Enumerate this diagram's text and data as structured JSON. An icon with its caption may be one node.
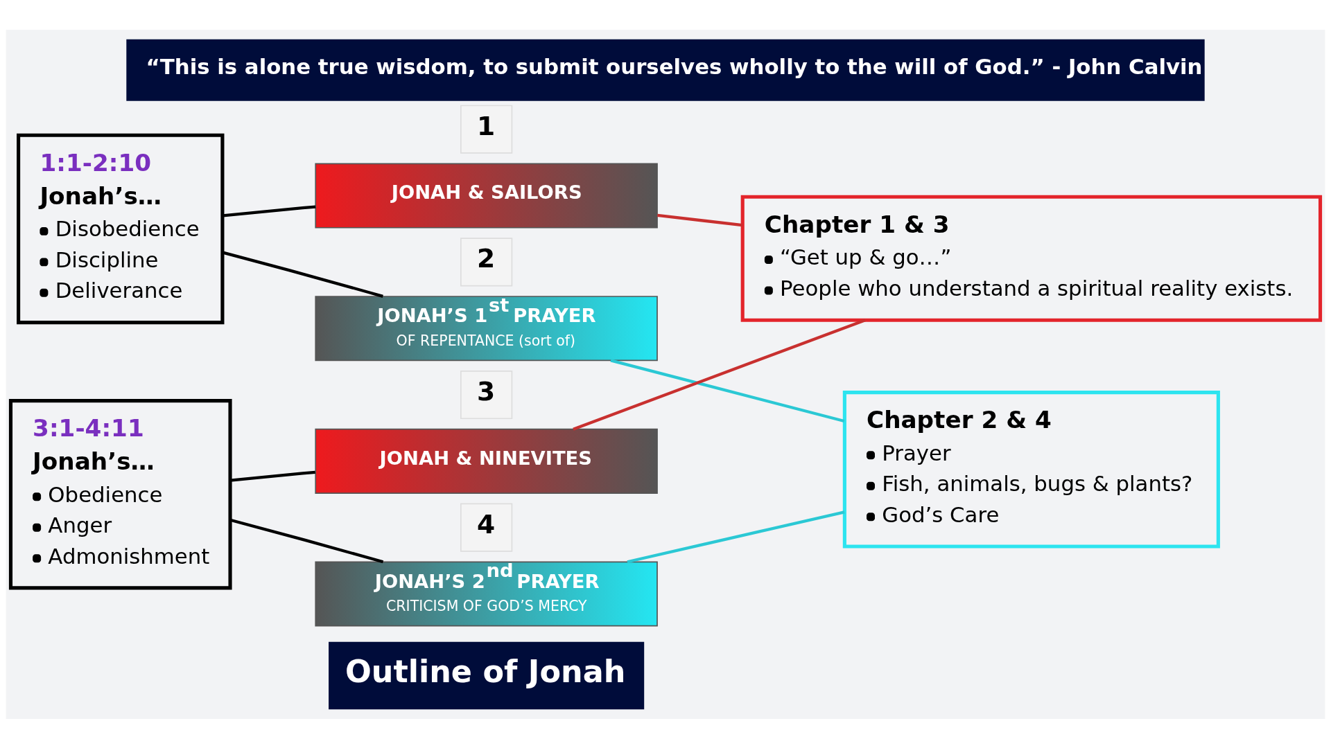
{
  "diagram": {
    "title": "“This is alone true wisdom, to submit ourselves wholly to the will of God.” - John Calvin",
    "caption": "Outline of Jonah",
    "nodes": [
      {
        "text": [
          "1:1-2:10",
          "Jonah’s…",
          "Disobedience",
          "Discipline",
          "Deliverance"
        ]
      },
      {
        "text": [
          "3:1-4:11",
          "Jonah’s…",
          "Obedience",
          "Anger",
          "Admonishment"
        ]
      },
      {
        "text": [
          "1"
        ]
      },
      {
        "text": [
          "JONAH & SAILORS"
        ]
      },
      {
        "text": [
          "2"
        ]
      },
      {
        "text": [
          "JONAH’S 1$^{st}$ PRAYER",
          "OF REPENTANCE (sort of)"
        ]
      },
      {
        "text": [
          "3"
        ]
      },
      {
        "text": [
          "JONAH & NINEVITES"
        ]
      },
      {
        "text": [
          "4"
        ]
      },
      {
        "text": [
          "JONAH’S 2$^{nd}$ PRAYER",
          "CRITICISM OF GOD’S MERCY"
        ]
      },
      {
        "text": [
          "Chapter 1 & 3",
          "“Get up & go…”",
          "People who understand a spiritual reality exists."
        ]
      },
      {
        "text": [
          "Chapter 2 & 4",
          "Prayer",
          "Fish, animals, bugs & plants?",
          "God’s Care"
        ]
      }
    ],
    "edges": [
      {
        "from": 0,
        "to": 3,
        "arrow": "none"
      },
      {
        "from": 0,
        "to": 5,
        "arrow": "none"
      },
      {
        "from": 1,
        "to": 7,
        "arrow": "none"
      },
      {
        "from": 1,
        "to": 9,
        "arrow": "none"
      },
      {
        "from": 3,
        "to": 10,
        "arrow": "none",
        "color": "#c8302f"
      },
      {
        "from": 7,
        "to": 10,
        "arrow": "none",
        "color": "#c8302f"
      },
      {
        "from": 5,
        "to": 11,
        "arrow": "none",
        "color": "#2bc8d4"
      },
      {
        "from": 9,
        "to": 11,
        "arrow": "none",
        "color": "#2bc8d4"
      }
    ]
  }
}
